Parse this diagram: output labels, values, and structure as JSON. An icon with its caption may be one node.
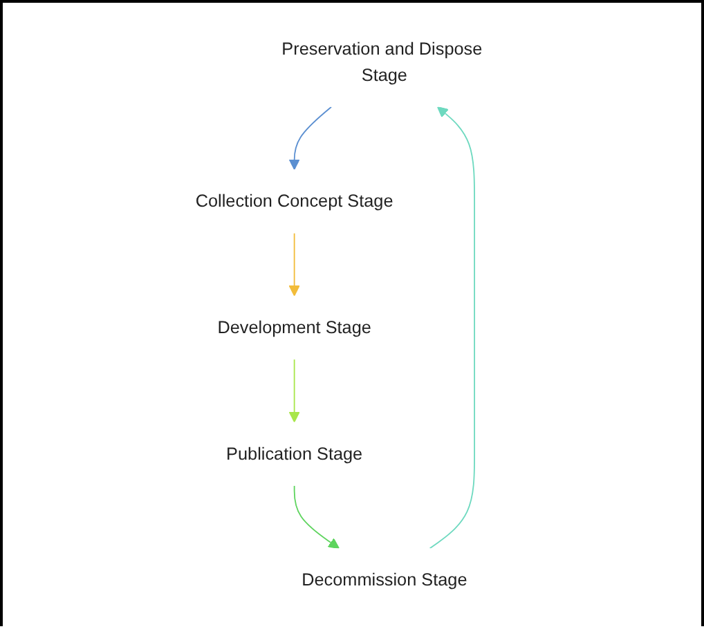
{
  "diagram": {
    "nodes": [
      {
        "text": [
          "Preservation and Dispose Stage"
        ]
      },
      {
        "text": [
          "Collection Concept Stage"
        ]
      },
      {
        "text": [
          "Development Stage"
        ]
      },
      {
        "text": [
          "Publication Stage"
        ]
      },
      {
        "text": [
          "Decommission Stage"
        ]
      }
    ],
    "edges": [
      {
        "from": 0,
        "to": 1,
        "arrow": "to",
        "color": "#5b8fd1"
      },
      {
        "from": 1,
        "to": 2,
        "arrow": "to",
        "color": "#f2bc3a"
      },
      {
        "from": 2,
        "to": 3,
        "arrow": "to",
        "color": "#a8e64a"
      },
      {
        "from": 3,
        "to": 4,
        "arrow": "to",
        "color": "#5ed45e"
      },
      {
        "from": 4,
        "to": 0,
        "arrow": "to",
        "color": "#6dd9bf"
      }
    ]
  }
}
